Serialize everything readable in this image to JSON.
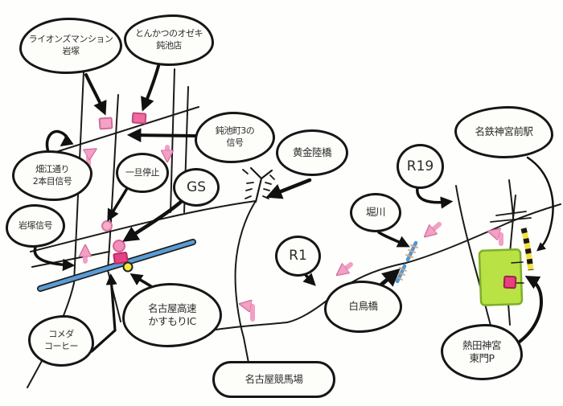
{
  "map": {
    "kind": "hand-drawn driving route map",
    "bubbles": {
      "lions": {
        "lines": [
          "ライオンズマンション",
          "岩塚"
        ]
      },
      "ozeki": {
        "lines": [
          "とんかつのオゼキ",
          "鈍池店"
        ]
      },
      "doike_signal": {
        "lines": [
          "鈍池町3の",
          "信号"
        ]
      },
      "hatae": {
        "lines": [
          "畑江通り",
          "2本目信号"
        ]
      },
      "ittan": {
        "lines": [
          "一旦停止"
        ]
      },
      "gs": {
        "lines": [
          "GS"
        ]
      },
      "iwatsuka_signal": {
        "lines": [
          "岩塚信号"
        ]
      },
      "komeda": {
        "lines": [
          "コメダ",
          "コーヒー"
        ]
      },
      "kasumori": {
        "lines": [
          "名古屋高速",
          "かすもりIC"
        ]
      },
      "kogane": {
        "lines": [
          "黄金陸橋"
        ]
      },
      "r19": {
        "lines": [
          "R19"
        ]
      },
      "meitetsu": {
        "lines": [
          "名鉄神宮前駅"
        ]
      },
      "horikawa": {
        "lines": [
          "堀川"
        ]
      },
      "r1": {
        "lines": [
          "R1"
        ]
      },
      "shiratori": {
        "lines": [
          "白鳥橋"
        ]
      },
      "keibajo": {
        "lines": [
          "名古屋競馬場"
        ]
      },
      "atsuta": {
        "lines": [
          "熱田神宮",
          "東門P"
        ]
      }
    },
    "symbols": {
      "building-square-pink": "#f3a3c6",
      "building-square-magenta": "#e8417c",
      "landmark-dot-pink": "#f6aec9",
      "ic-entrance-dot-yellow": "#f6e93e",
      "expressway-line-blue": "#5b9bd5",
      "river-line-blue": "#4f97d6",
      "shrine-area-green": "#b9e244",
      "railway-stripe-yellow": "#f2e23d",
      "route-arrow-pink": "#f2a0c4",
      "ink": "#161616"
    }
  }
}
